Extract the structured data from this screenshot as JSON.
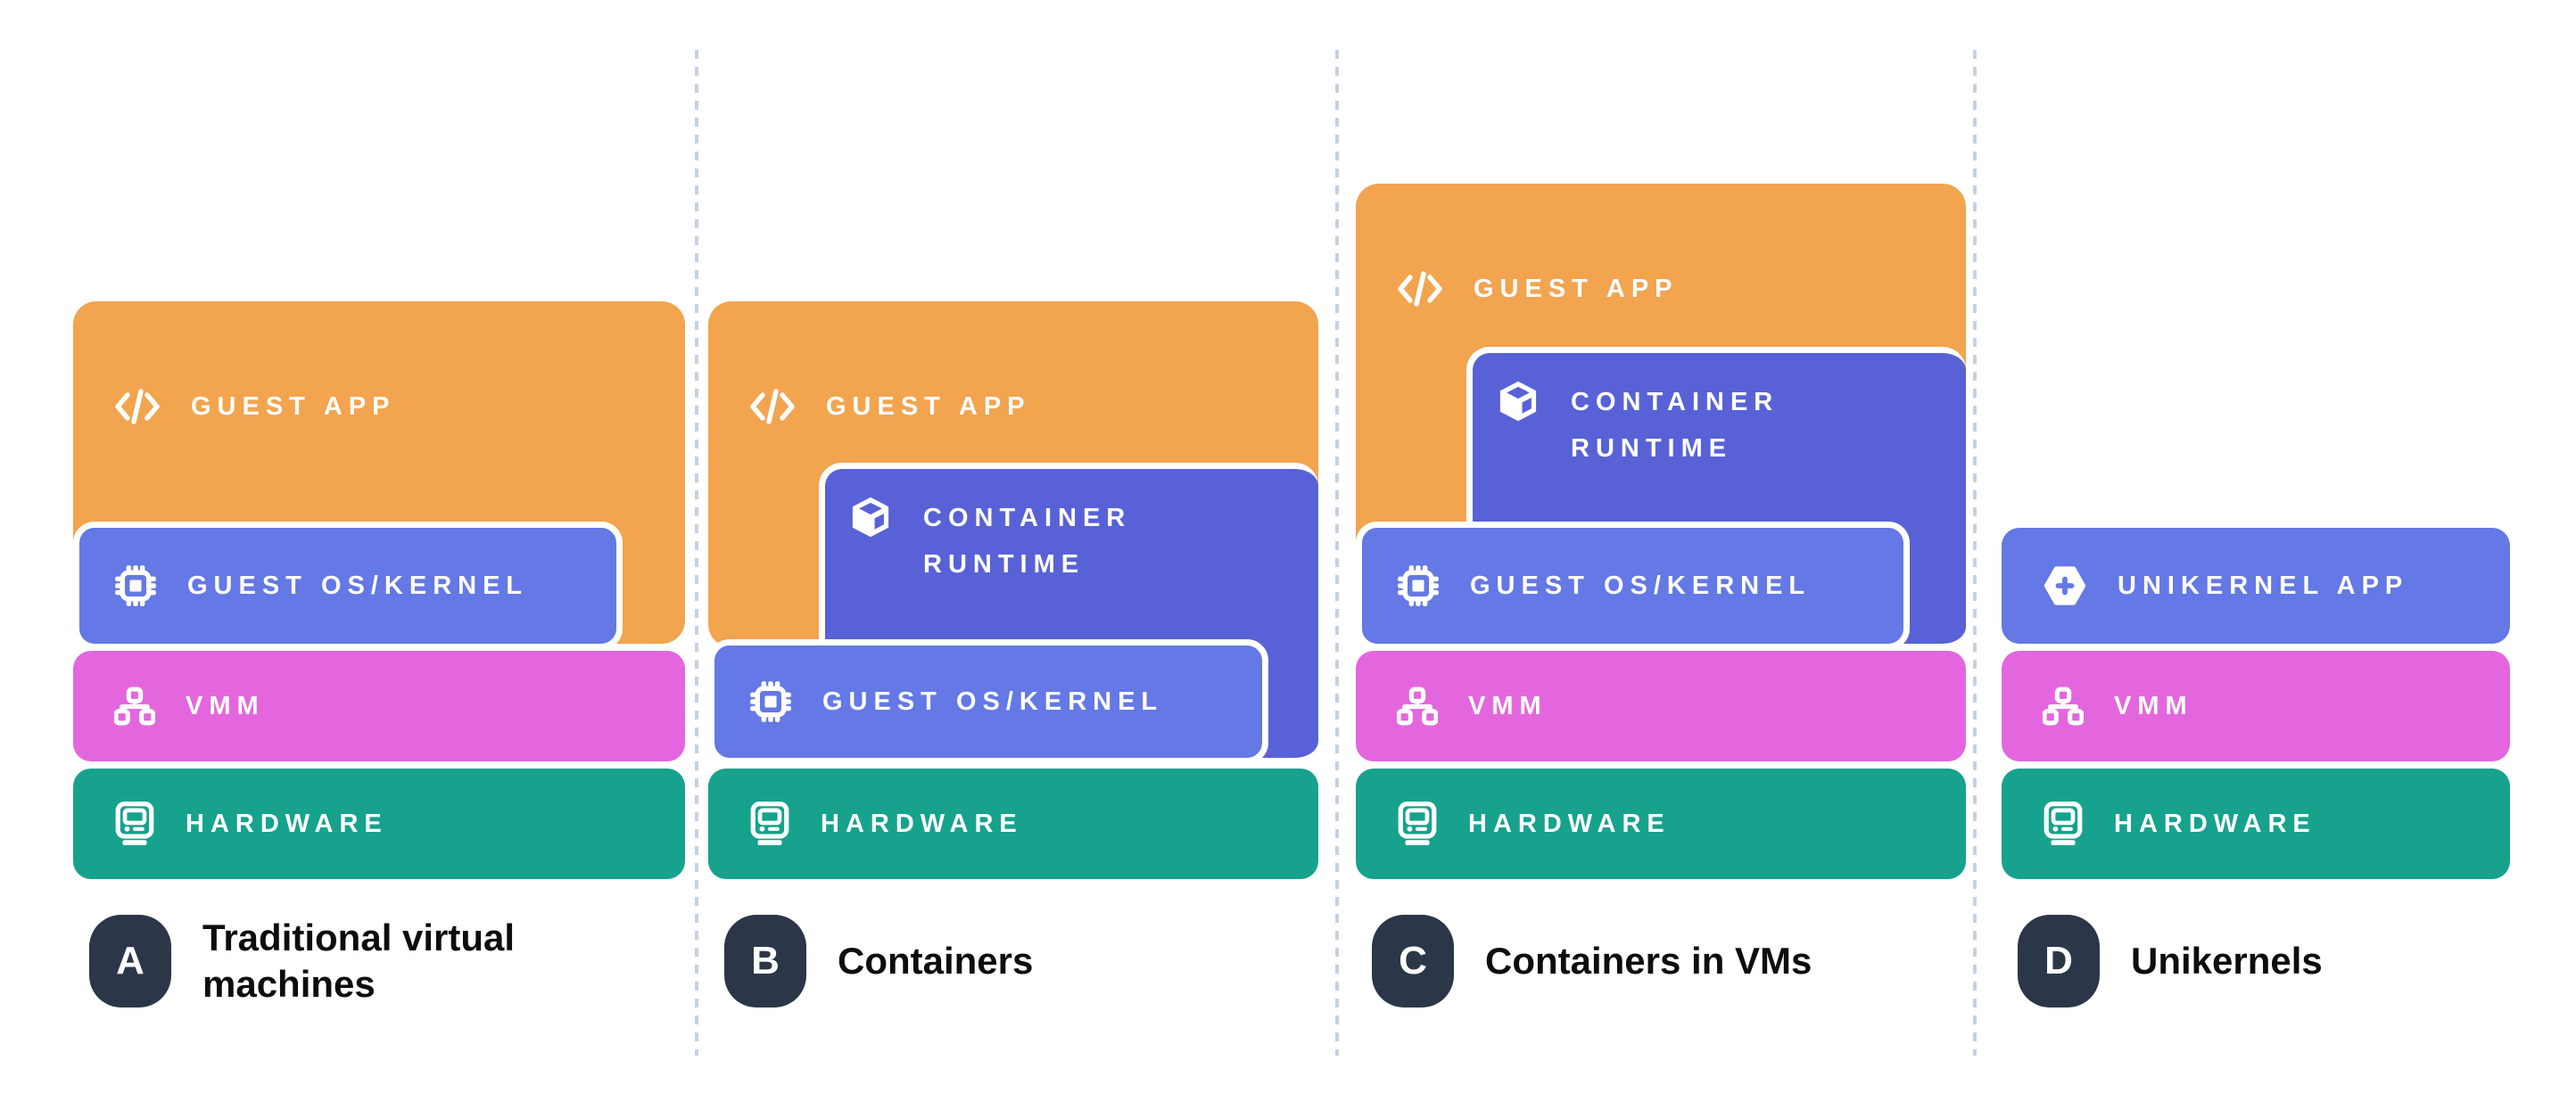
{
  "colors": {
    "orange": "#F2A44F",
    "periwinkle": "#6478E6",
    "indigo": "#5862D6",
    "magenta": "#E466DE",
    "teal": "#16A28C",
    "badge_navy": "#2B3648",
    "separator": "#C5D1E0",
    "caption_text": "#0D0D0E",
    "background": "#FFFFFF",
    "block_text": "#FFFFFF"
  },
  "columns": [
    {
      "badge": "A",
      "caption": "Traditional virtual machines",
      "blocks": {
        "guest_app": {
          "label": "GUEST APP",
          "icon": "code-icon"
        },
        "guest_os": {
          "label": "GUEST OS/KERNEL",
          "icon": "chip-icon"
        },
        "vmm": {
          "label": "VMM",
          "icon": "sitemap-icon"
        },
        "hardware": {
          "label": "HARDWARE",
          "icon": "computer-icon"
        }
      }
    },
    {
      "badge": "B",
      "caption": "Containers",
      "blocks": {
        "guest_app": {
          "label": "GUEST APP",
          "icon": "code-icon"
        },
        "container_runtime": {
          "label_line1": "CONTAINER",
          "label_line2": "RUNTIME",
          "icon": "cube-icon"
        },
        "guest_os": {
          "label": "GUEST OS/KERNEL",
          "icon": "chip-icon"
        },
        "hardware": {
          "label": "HARDWARE",
          "icon": "computer-icon"
        }
      }
    },
    {
      "badge": "C",
      "caption": "Containers in VMs",
      "blocks": {
        "guest_app": {
          "label": "GUEST APP",
          "icon": "code-icon"
        },
        "container_runtime": {
          "label_line1": "CONTAINER",
          "label_line2": "RUNTIME",
          "icon": "cube-icon"
        },
        "guest_os": {
          "label": "GUEST OS/KERNEL",
          "icon": "chip-icon"
        },
        "vmm": {
          "label": "VMM",
          "icon": "sitemap-icon"
        },
        "hardware": {
          "label": "HARDWARE",
          "icon": "computer-icon"
        }
      }
    },
    {
      "badge": "D",
      "caption": "Unikernels",
      "blocks": {
        "unikernel_app": {
          "label": "UNIKERNEL APP",
          "icon": "hexagon-plus-icon"
        },
        "vmm": {
          "label": "VMM",
          "icon": "sitemap-icon"
        },
        "hardware": {
          "label": "HARDWARE",
          "icon": "computer-icon"
        }
      }
    }
  ]
}
